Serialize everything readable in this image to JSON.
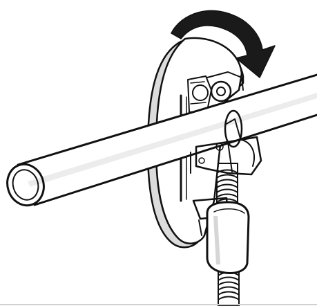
{
  "figure": {
    "subject": "pipe-cutter-rotating-around-pipe",
    "icons": [
      "pipe",
      "pipe-cutter",
      "rotation-arrow-icon",
      "feed-screw",
      "cutting-wheel",
      "guide-rollers"
    ],
    "colors": {
      "background": "#ffffff",
      "line": "#111111",
      "arrow": "#111111",
      "pipe_fill": "#ffffff",
      "cutter_fill": "#ffffff",
      "shade": "#e6e6e6",
      "frame": "#d8d8d8"
    }
  }
}
